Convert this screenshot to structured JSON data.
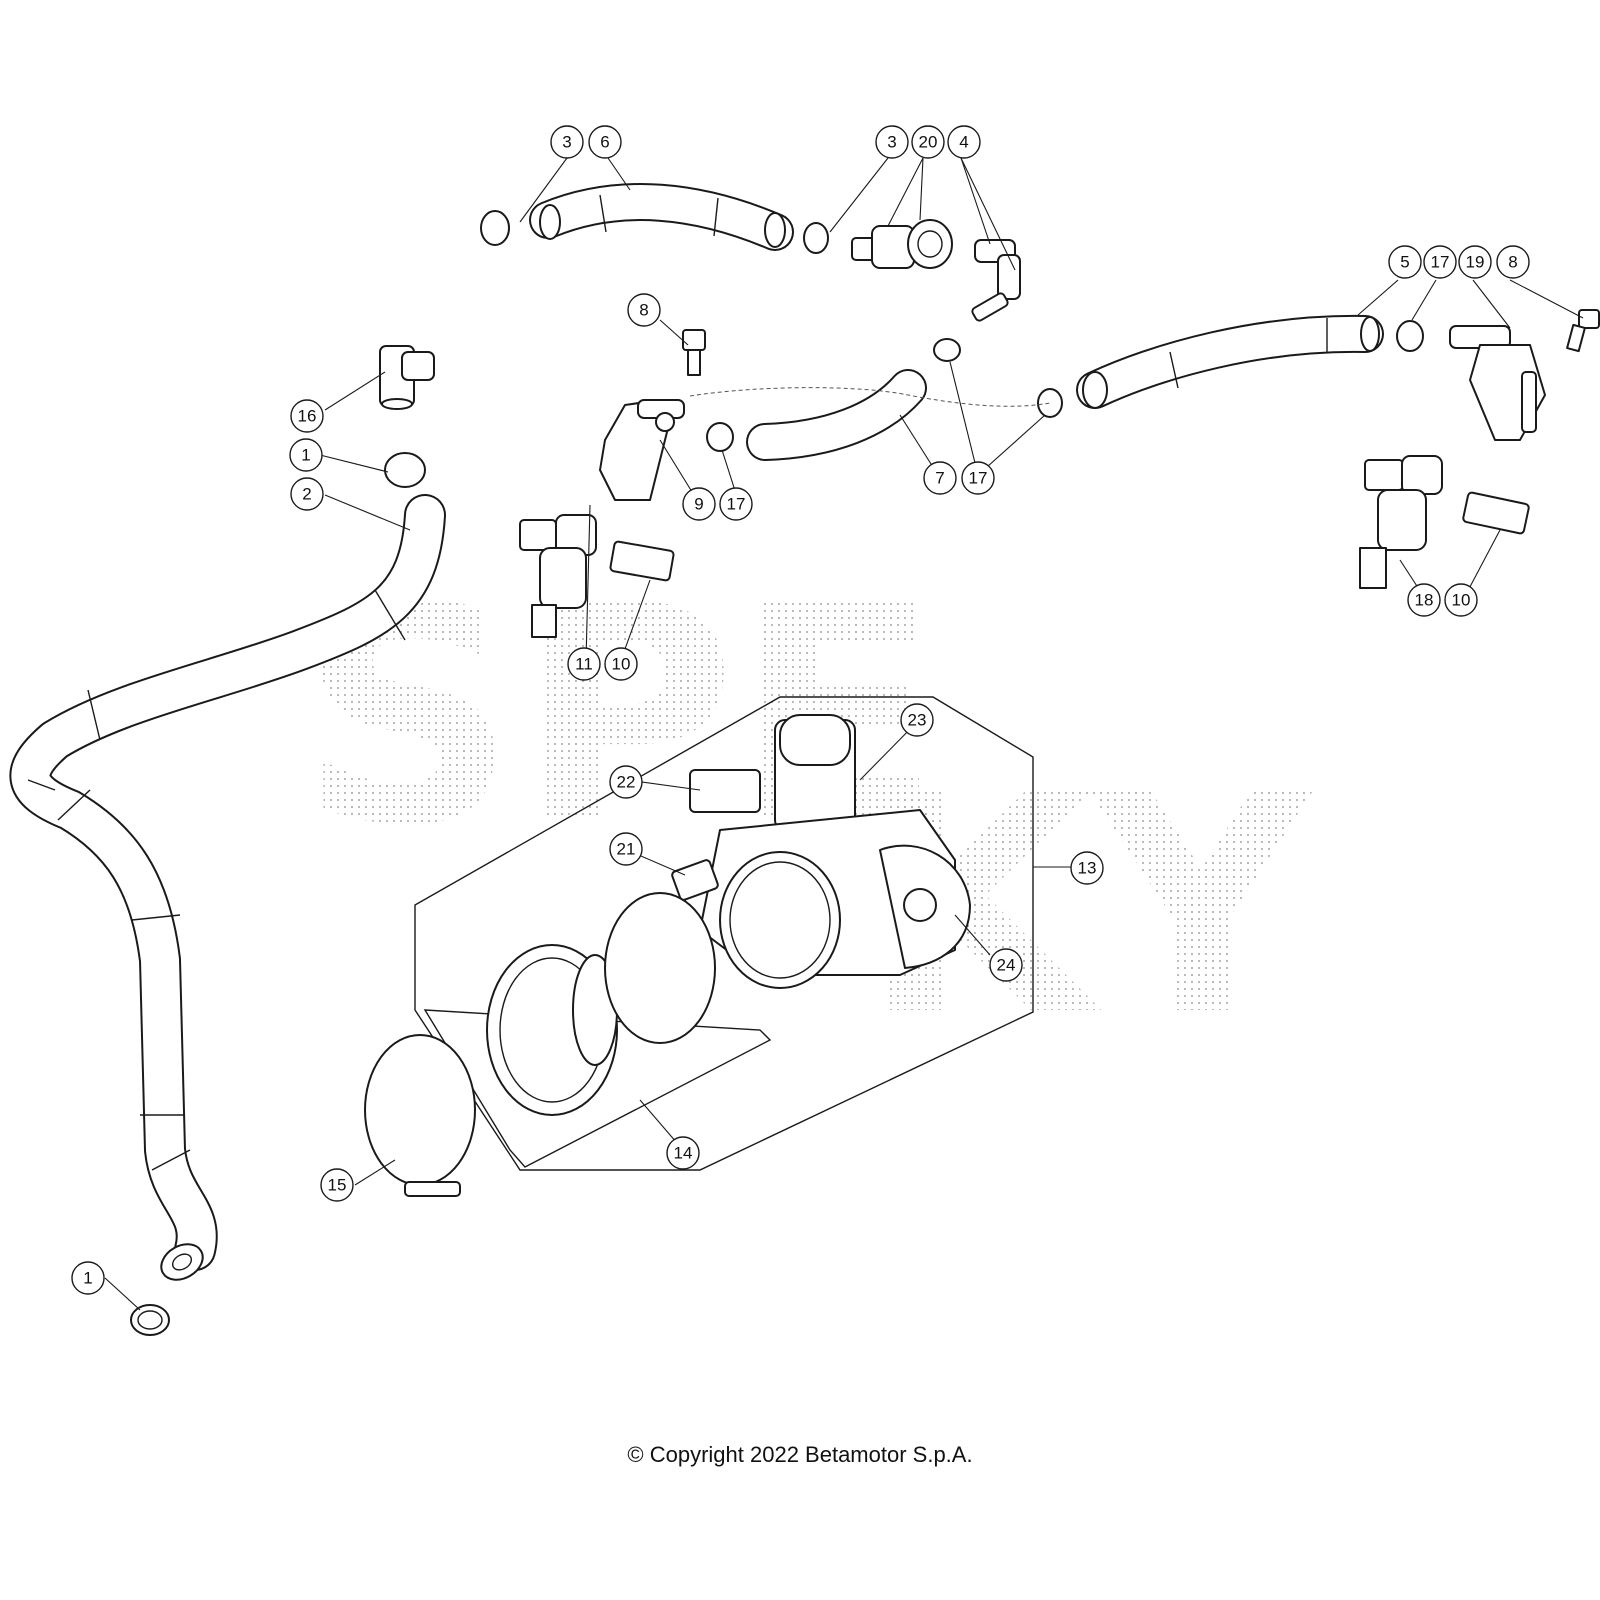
{
  "callouts": [
    {
      "id": "c-3a",
      "label": "3"
    },
    {
      "id": "c-6",
      "label": "6"
    },
    {
      "id": "c-3b",
      "label": "3"
    },
    {
      "id": "c-20",
      "label": "20"
    },
    {
      "id": "c-4",
      "label": "4"
    },
    {
      "id": "c-5",
      "label": "5"
    },
    {
      "id": "c-17a",
      "label": "17"
    },
    {
      "id": "c-19",
      "label": "19"
    },
    {
      "id": "c-8a",
      "label": "8"
    },
    {
      "id": "c-8b",
      "label": "8"
    },
    {
      "id": "c-16",
      "label": "16"
    },
    {
      "id": "c-1a",
      "label": "1"
    },
    {
      "id": "c-2",
      "label": "2"
    },
    {
      "id": "c-9",
      "label": "9"
    },
    {
      "id": "c-17b",
      "label": "17"
    },
    {
      "id": "c-7",
      "label": "7"
    },
    {
      "id": "c-17c",
      "label": "17"
    },
    {
      "id": "c-11",
      "label": "11"
    },
    {
      "id": "c-10a",
      "label": "10"
    },
    {
      "id": "c-18",
      "label": "18"
    },
    {
      "id": "c-10b",
      "label": "10"
    },
    {
      "id": "c-23",
      "label": "23"
    },
    {
      "id": "c-22",
      "label": "22"
    },
    {
      "id": "c-21",
      "label": "21"
    },
    {
      "id": "c-13",
      "label": "13"
    },
    {
      "id": "c-24",
      "label": "24"
    },
    {
      "id": "c-14",
      "label": "14"
    },
    {
      "id": "c-15",
      "label": "15"
    },
    {
      "id": "c-1b",
      "label": "1"
    }
  ],
  "watermark": {
    "line1": "SPE",
    "line2": "KY"
  },
  "copyright": "© Copyright 2022 Betamotor S.p.A."
}
